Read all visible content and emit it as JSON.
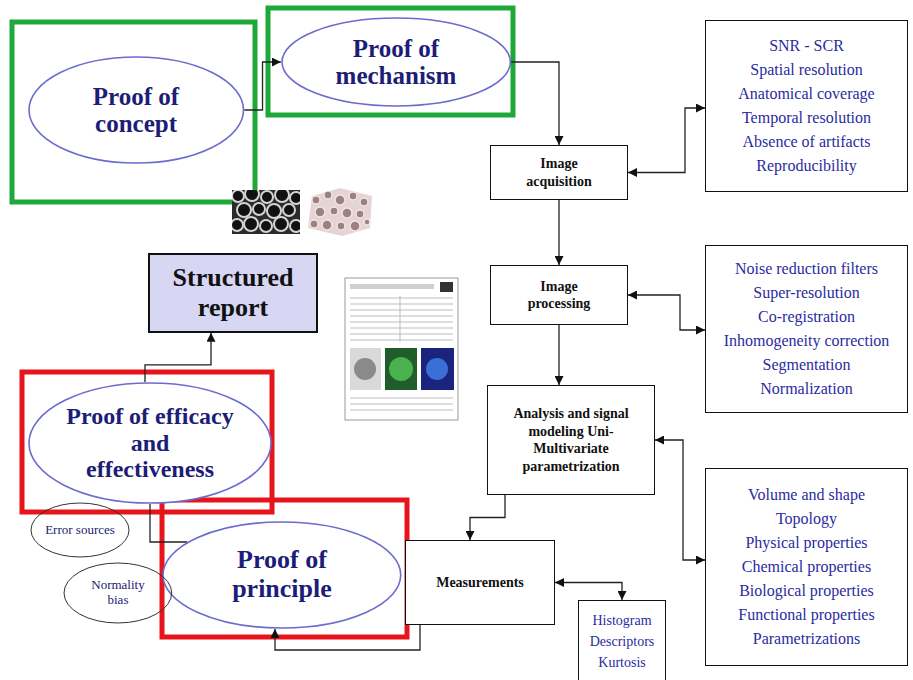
{
  "diagram": {
    "nodes": [
      {
        "text": [
          "Proof of concept"
        ]
      },
      {
        "text": [
          "Proof of mechanism"
        ]
      },
      {
        "text": [
          "SNR - SCR",
          "Spatial resolution",
          "Anatomical coverage",
          "Temporal resolution",
          "Absence of artifacts",
          "Reproducibility"
        ]
      },
      {
        "text": [
          "Image acquisition"
        ]
      },
      {
        "text": [
          "Structured report"
        ]
      },
      {
        "text": [
          "Image processing"
        ]
      },
      {
        "text": [
          "Noise reduction filters",
          "Super-resolution",
          "Co-registration",
          "Inhomogeneity correction",
          "Segmentation",
          "Normalization"
        ]
      },
      {
        "text": [
          "Proof of efficacy and effectiveness"
        ]
      },
      {
        "text": [
          "Analysis and signal modeling Uni- Multivariate parametrization"
        ]
      },
      {
        "text": [
          "Volume and shape",
          "Topology",
          "Physical properties",
          "Chemical properties",
          "Biological properties",
          "Functional properties",
          "Parametrizations"
        ]
      },
      {
        "text": [
          "Error sources"
        ]
      },
      {
        "text": [
          "Proof of principle"
        ]
      },
      {
        "text": [
          "Measurements"
        ]
      },
      {
        "text": [
          "Normality bias"
        ]
      },
      {
        "text": [
          "Histogram",
          "Descriptors",
          "Kurtosis"
        ]
      }
    ],
    "edges": [
      {
        "from": 0,
        "to": 1,
        "arrow": "to"
      },
      {
        "from": 1,
        "to": 3,
        "arrow": "to"
      },
      {
        "from": 3,
        "to": 2,
        "arrow": "both"
      },
      {
        "from": 3,
        "to": 5,
        "arrow": "to"
      },
      {
        "from": 5,
        "to": 6,
        "arrow": "both"
      },
      {
        "from": 5,
        "to": 8,
        "arrow": "to"
      },
      {
        "from": 8,
        "to": 9,
        "arrow": "both"
      },
      {
        "from": 8,
        "to": 12,
        "arrow": "to"
      },
      {
        "from": 12,
        "to": 14,
        "arrow": "both"
      },
      {
        "from": 12,
        "to": 11,
        "arrow": "to"
      },
      {
        "from": 11,
        "to": 7,
        "arrow": "none"
      },
      {
        "from": 7,
        "to": 4,
        "arrow": "to"
      }
    ]
  }
}
